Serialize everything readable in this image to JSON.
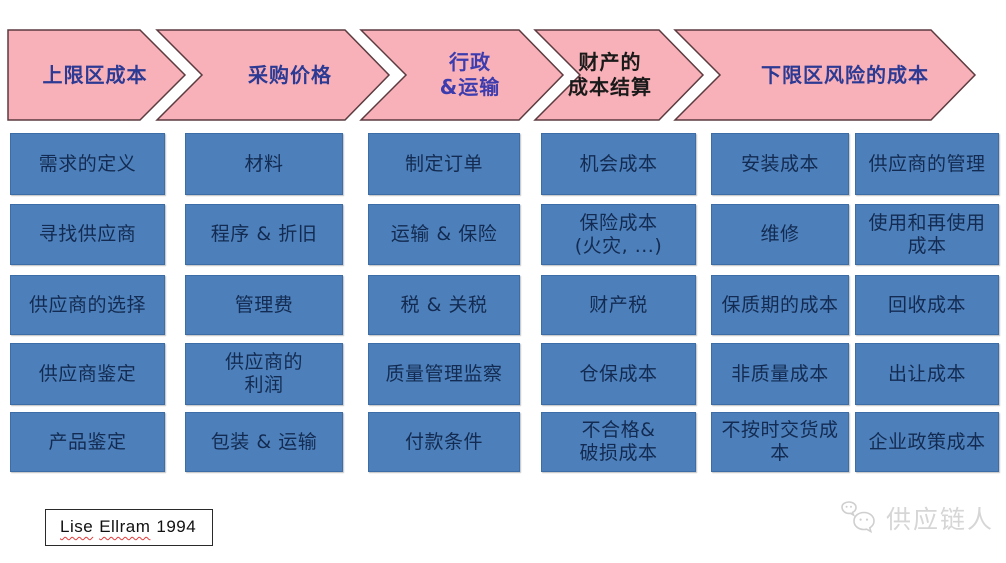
{
  "page": {
    "background": "#ffffff"
  },
  "colors": {
    "arrow_fill": "#f8b1b8",
    "arrow_border": "#5b3b40",
    "box_fill": "#4d80ba",
    "box_text": "#132b52",
    "arrow_text_navy": "#2c3a94",
    "arrow_text_violet": "#3c3cae",
    "arrow_text_black": "#1a1a1a",
    "watermark_gray": "#d6d6d6"
  },
  "arrows": [
    {
      "label": "上限区成本"
    },
    {
      "label": "采购价格"
    },
    {
      "line1": "行政",
      "line2": "&运输"
    },
    {
      "line1": "财产的",
      "line2": "成本结算"
    },
    {
      "label": "下限区风险的成本"
    }
  ],
  "columns": [
    {
      "boxes": [
        "需求的定义",
        "寻找供应商",
        "供应商的选择",
        "供应商鉴定",
        "产品鉴定"
      ]
    },
    {
      "boxes": [
        "材料",
        "程序 & 折旧",
        "管理费",
        "供应商的\n利润",
        "包装 & 运输"
      ]
    },
    {
      "boxes": [
        "制定订单",
        "运输 & 保险",
        "税 & 关税",
        "质量管理监察",
        "付款条件"
      ]
    },
    {
      "boxes": [
        "机会成本",
        "保险成本\n(火灾, ...)",
        "财产税",
        "仓保成本",
        "不合格&\n破损成本"
      ]
    },
    {
      "boxes": [
        "安装成本",
        "维修",
        "保质期的成本",
        "非质量成本",
        "不按时交货成本"
      ]
    },
    {
      "boxes": [
        "供应商的管理",
        "使用和再使用\n成本",
        "回收成本",
        "出让成本",
        "企业政策成本"
      ]
    }
  ],
  "citation": {
    "parts": [
      "Lise",
      "Ellram",
      "1994"
    ]
  },
  "watermark": {
    "text": "供应链人",
    "logo": "chat-bubbles-logo"
  }
}
